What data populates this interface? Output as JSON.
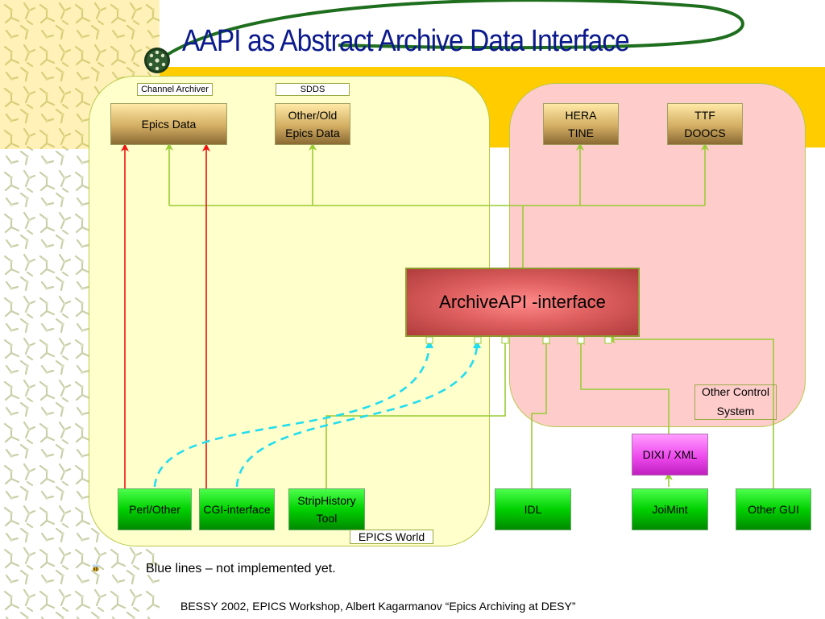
{
  "title": "AAPI as Abstract Archive Data Interface",
  "labels": {
    "channel_archiver": "Channel Archiver",
    "sdds": "SDDS",
    "epics_world": "EPICS World",
    "other_control_system_1": "Other Control",
    "other_control_system_2": "System"
  },
  "data_sources": {
    "epics_data": "Epics Data",
    "other_old_1": "Other/Old",
    "other_old_2": "Epics Data",
    "hera_tine_1": "HERA",
    "hera_tine_2": "TINE",
    "ttf_doocs_1": "TTF",
    "ttf_doocs_2": "DOOCS"
  },
  "api": {
    "label": "ArchiveAPI -interface"
  },
  "clients": {
    "perl": "Perl/Other",
    "cgi": "CGI-interface",
    "striphistory_1": "StripHistory",
    "striphistory_2": "Tool",
    "idl": "IDL",
    "joimint": "JoiMint",
    "other_gui": "Other GUI",
    "dixi": "DIXI / XML"
  },
  "note": "Blue lines – not implemented yet.",
  "footer": "BESSY 2002, EPICS Workshop, Albert Kagarmanov “Epics Archiving at DESY”",
  "colors": {
    "banner": "#ffcc00",
    "title": "#0b1a8c",
    "epics_region": "#ffffcc",
    "other_region": "#ffcccc",
    "connector": "#99cc33",
    "direct_access": "#ee1111",
    "not_implemented": "#22ddee"
  },
  "icons": {
    "logo": "globe-node-icon",
    "bullet": "bee-bullet-icon"
  }
}
